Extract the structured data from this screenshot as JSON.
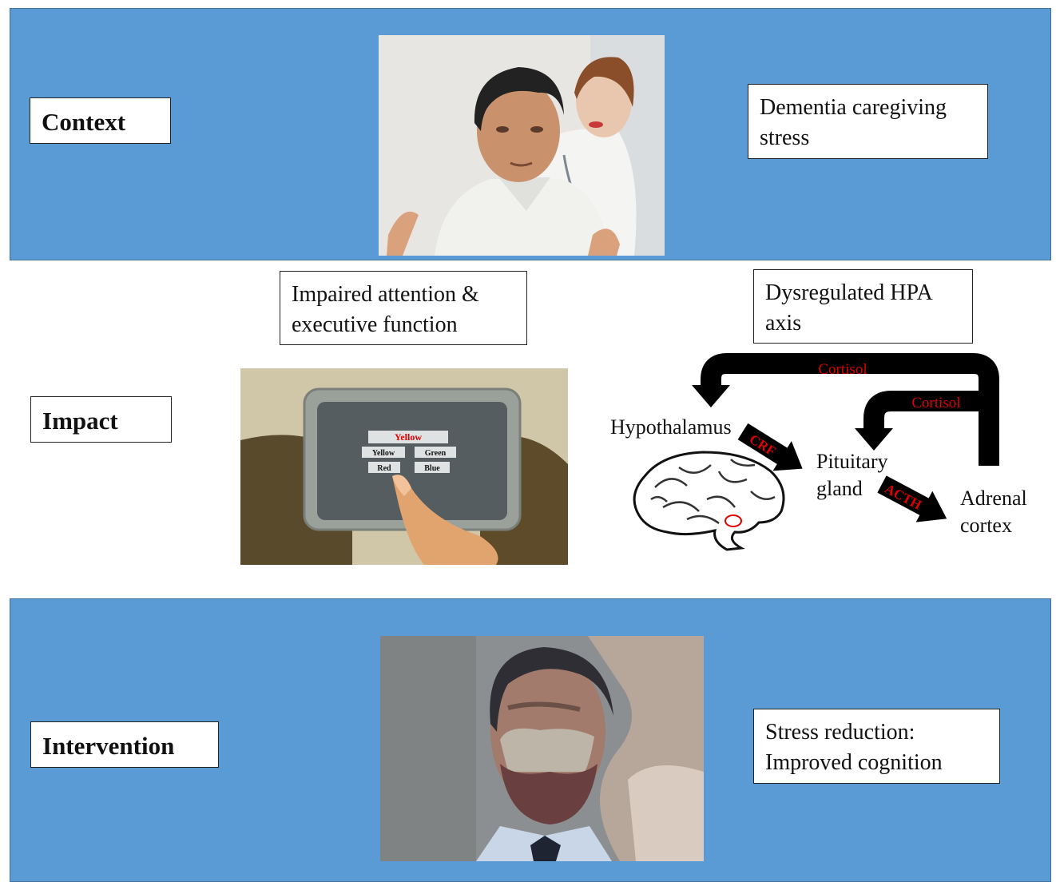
{
  "colors": {
    "band": "#5b9bd5",
    "band_border": "#41719c",
    "arrow": "#000000",
    "arrow_text": "#e00000"
  },
  "context": {
    "label": "Context",
    "box_lines": [
      "Dementia caregiving",
      "stress"
    ],
    "image": "caregiver-doctor-illustration"
  },
  "impact": {
    "label": "Impact",
    "attention_lines": [
      "Impaired attention &",
      "executive function"
    ],
    "image": "touchscreen-stroop-task-illustration",
    "stroop": {
      "prompt": "Yellow",
      "options": [
        "Yellow",
        "Green",
        "Red",
        "Blue"
      ]
    },
    "hpa": {
      "title_lines": [
        "Dysregulated HPA",
        "axis"
      ],
      "hypothalamus": "Hypothalamus",
      "pituitary_lines": [
        "Pituitary",
        "gland"
      ],
      "adrenal_lines": [
        "Adrenal",
        "cortex"
      ],
      "crf": "CRF",
      "acth": "ACTH",
      "cortisol_outer": "Cortisol",
      "cortisol_inner": "Cortisol",
      "brain_icon": "brain-outline-icon"
    }
  },
  "intervention": {
    "label": "Intervention",
    "box_lines": [
      "Stress reduction:",
      "Improved cognition"
    ],
    "image": "meditating-man-illustration"
  }
}
